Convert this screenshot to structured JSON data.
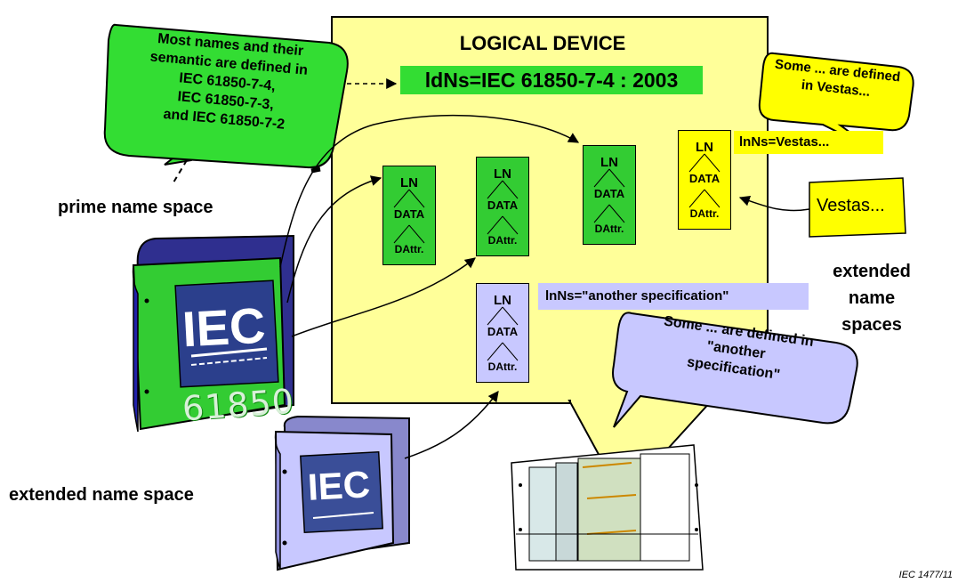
{
  "logical_device": {
    "title": "LOGICAL DEVICE",
    "ldns": "ldNs=IEC 61850-7-4 : 2003"
  },
  "ln_node": {
    "ln": "LN",
    "data": "DATA",
    "dattr": "DAttr."
  },
  "green_bubble": {
    "lines": [
      "Most names and their",
      "semantic are defined in",
      "IEC 61850-7-4,",
      "IEC 61850-7-3,",
      "and IEC 61850-7-2"
    ]
  },
  "yellow_bubble": {
    "lines": [
      "Some ... are defined",
      "in Vestas..."
    ]
  },
  "violet_bubble": {
    "lines": [
      "Some ... are defined in",
      "\"another",
      "specification\""
    ]
  },
  "lnns_vestas": "lnNs=Vestas...",
  "lnns_other": "lnNs=\"another specification\"",
  "vestas_doc": "Vestas...",
  "labels": {
    "prime": "prime name space",
    "extended_spaces": [
      "extended",
      "name",
      "spaces"
    ],
    "extended_space": "extended name space"
  },
  "binder_green": {
    "logo": "IEC",
    "number": "61850"
  },
  "binder_violet": {
    "logo": "IEC"
  },
  "footer": "IEC   1477/11",
  "colors": {
    "device": "#ffff99",
    "green": "#33cc33",
    "yellow": "#ffff00",
    "violet": "#c8c8ff"
  }
}
